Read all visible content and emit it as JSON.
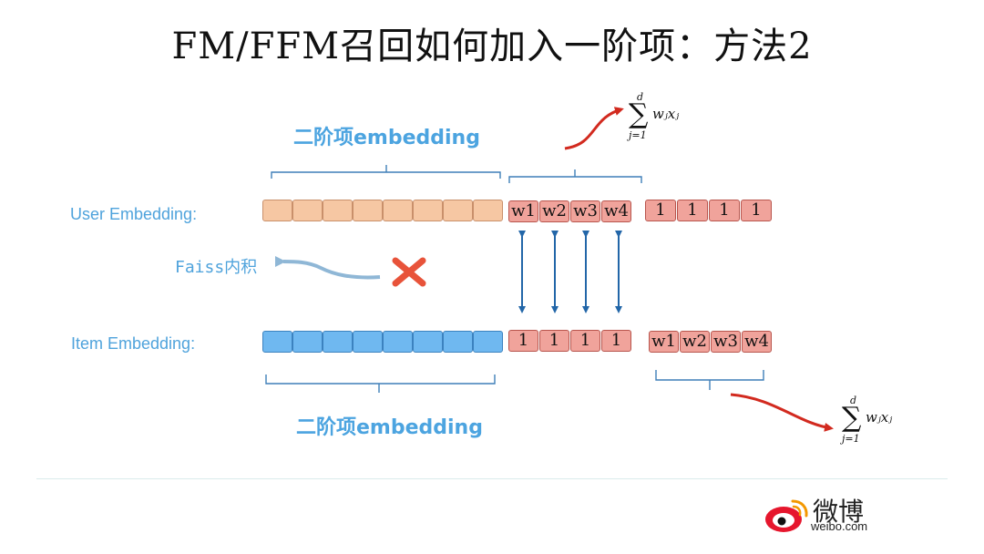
{
  "title": "FM/FFM召回如何加入一阶项：方法2",
  "user": {
    "label": "User Embedding:",
    "first_order_weights": [
      "w1",
      "w2",
      "w3",
      "w4"
    ],
    "ones": [
      "1",
      "1",
      "1",
      "1"
    ]
  },
  "item": {
    "label": "Item Embedding:",
    "ones": [
      "1",
      "1",
      "1",
      "1"
    ],
    "first_order_weights": [
      "w1",
      "w2",
      "w3",
      "w4"
    ]
  },
  "top_brace_label": "二阶项embedding",
  "bottom_brace_label": "二阶项embedding",
  "faiss_label": "Faiss内积",
  "formula": {
    "upper_limit": "d",
    "lower_limit": "j=1",
    "term": "wⱼxⱼ"
  },
  "brand": {
    "name": "微博",
    "url": "weibo.com"
  },
  "colors": {
    "second_order_user": "#f6c7a3",
    "second_order_item": "#6fb8f0",
    "first_order": "#f0a39b",
    "arrow_red": "#d22a1f",
    "arrow_blue": "#2266a8",
    "cross": "#e8533a",
    "label_blue": "#4fa3dc"
  }
}
